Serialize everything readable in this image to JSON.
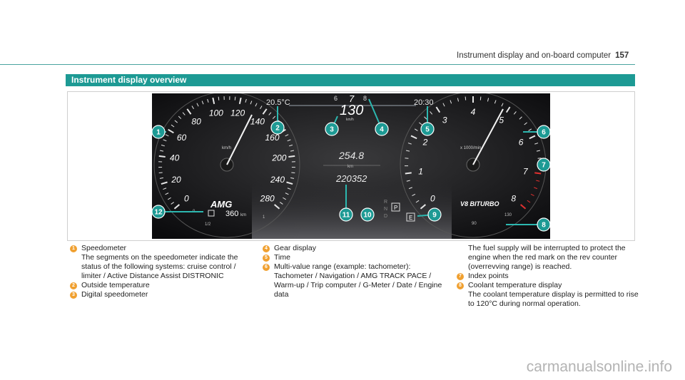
{
  "header": {
    "chapter": "Instrument display and on-board computer",
    "page": "157"
  },
  "section": {
    "title": "Instrument display overview"
  },
  "cluster": {
    "speedo_ticks": [
      "0",
      "20",
      "40",
      "60",
      "80",
      "100",
      "120",
      "140",
      "160",
      "200",
      "240",
      "280"
    ],
    "speedo_unit": "km/h",
    "outside_temp": "20.5°C",
    "digital_speed": "130",
    "digital_speed_unit": "km/h",
    "gear_left": "6",
    "gear_current": "7",
    "gear_right": "8",
    "time": "20:30",
    "trip_value": "254.8",
    "trip_unit": "km",
    "odometer": "220352",
    "range": "360",
    "range_unit": "km",
    "amg_logo": "AMG",
    "tacho_ticks": [
      "0",
      "1",
      "2",
      "3",
      "4",
      "5",
      "6",
      "7",
      "8"
    ],
    "tacho_unit": "x 1000/min",
    "v8_badge": "V8 BITURBO",
    "gear_selector": [
      "R",
      "N",
      "P",
      "D"
    ],
    "drive_program": "E",
    "fuel_scale": [
      "0",
      "1/2",
      "1"
    ],
    "coolant_scale": [
      "90",
      "130"
    ],
    "callouts": [
      "1",
      "2",
      "3",
      "4",
      "5",
      "6",
      "7",
      "8",
      "9",
      "10",
      "11",
      "12"
    ]
  },
  "legend": [
    {
      "n": "1",
      "title": "Speedometer",
      "desc": "The segments on the speedometer indicate the status of the following systems: cruise control / limiter / Active Distance Assist DISTRONIC"
    },
    {
      "n": "2",
      "title": "Outside temperature",
      "desc": ""
    },
    {
      "n": "3",
      "title": "Digital speedometer",
      "desc": ""
    },
    {
      "n": "4",
      "title": "Gear display",
      "desc": ""
    },
    {
      "n": "5",
      "title": "Time",
      "desc": ""
    },
    {
      "n": "6",
      "title": "Multi-value range (example: tachometer):",
      "desc": "Tachometer / Navigation / AMG TRACK PACE / Warm-up / Trip computer / G-Meter / Date / Engine data"
    },
    {
      "n": "",
      "title": "",
      "desc": "The fuel supply will be interrupted to protect the engine when the red mark on the rev counter (overrevving range) is reached."
    },
    {
      "n": "7",
      "title": "Index points",
      "desc": ""
    },
    {
      "n": "8",
      "title": "Coolant temperature display",
      "desc": "The coolant temperature display is permitted to rise to 120°C during normal operation."
    }
  ],
  "watermark": "carmanualsonline.info"
}
